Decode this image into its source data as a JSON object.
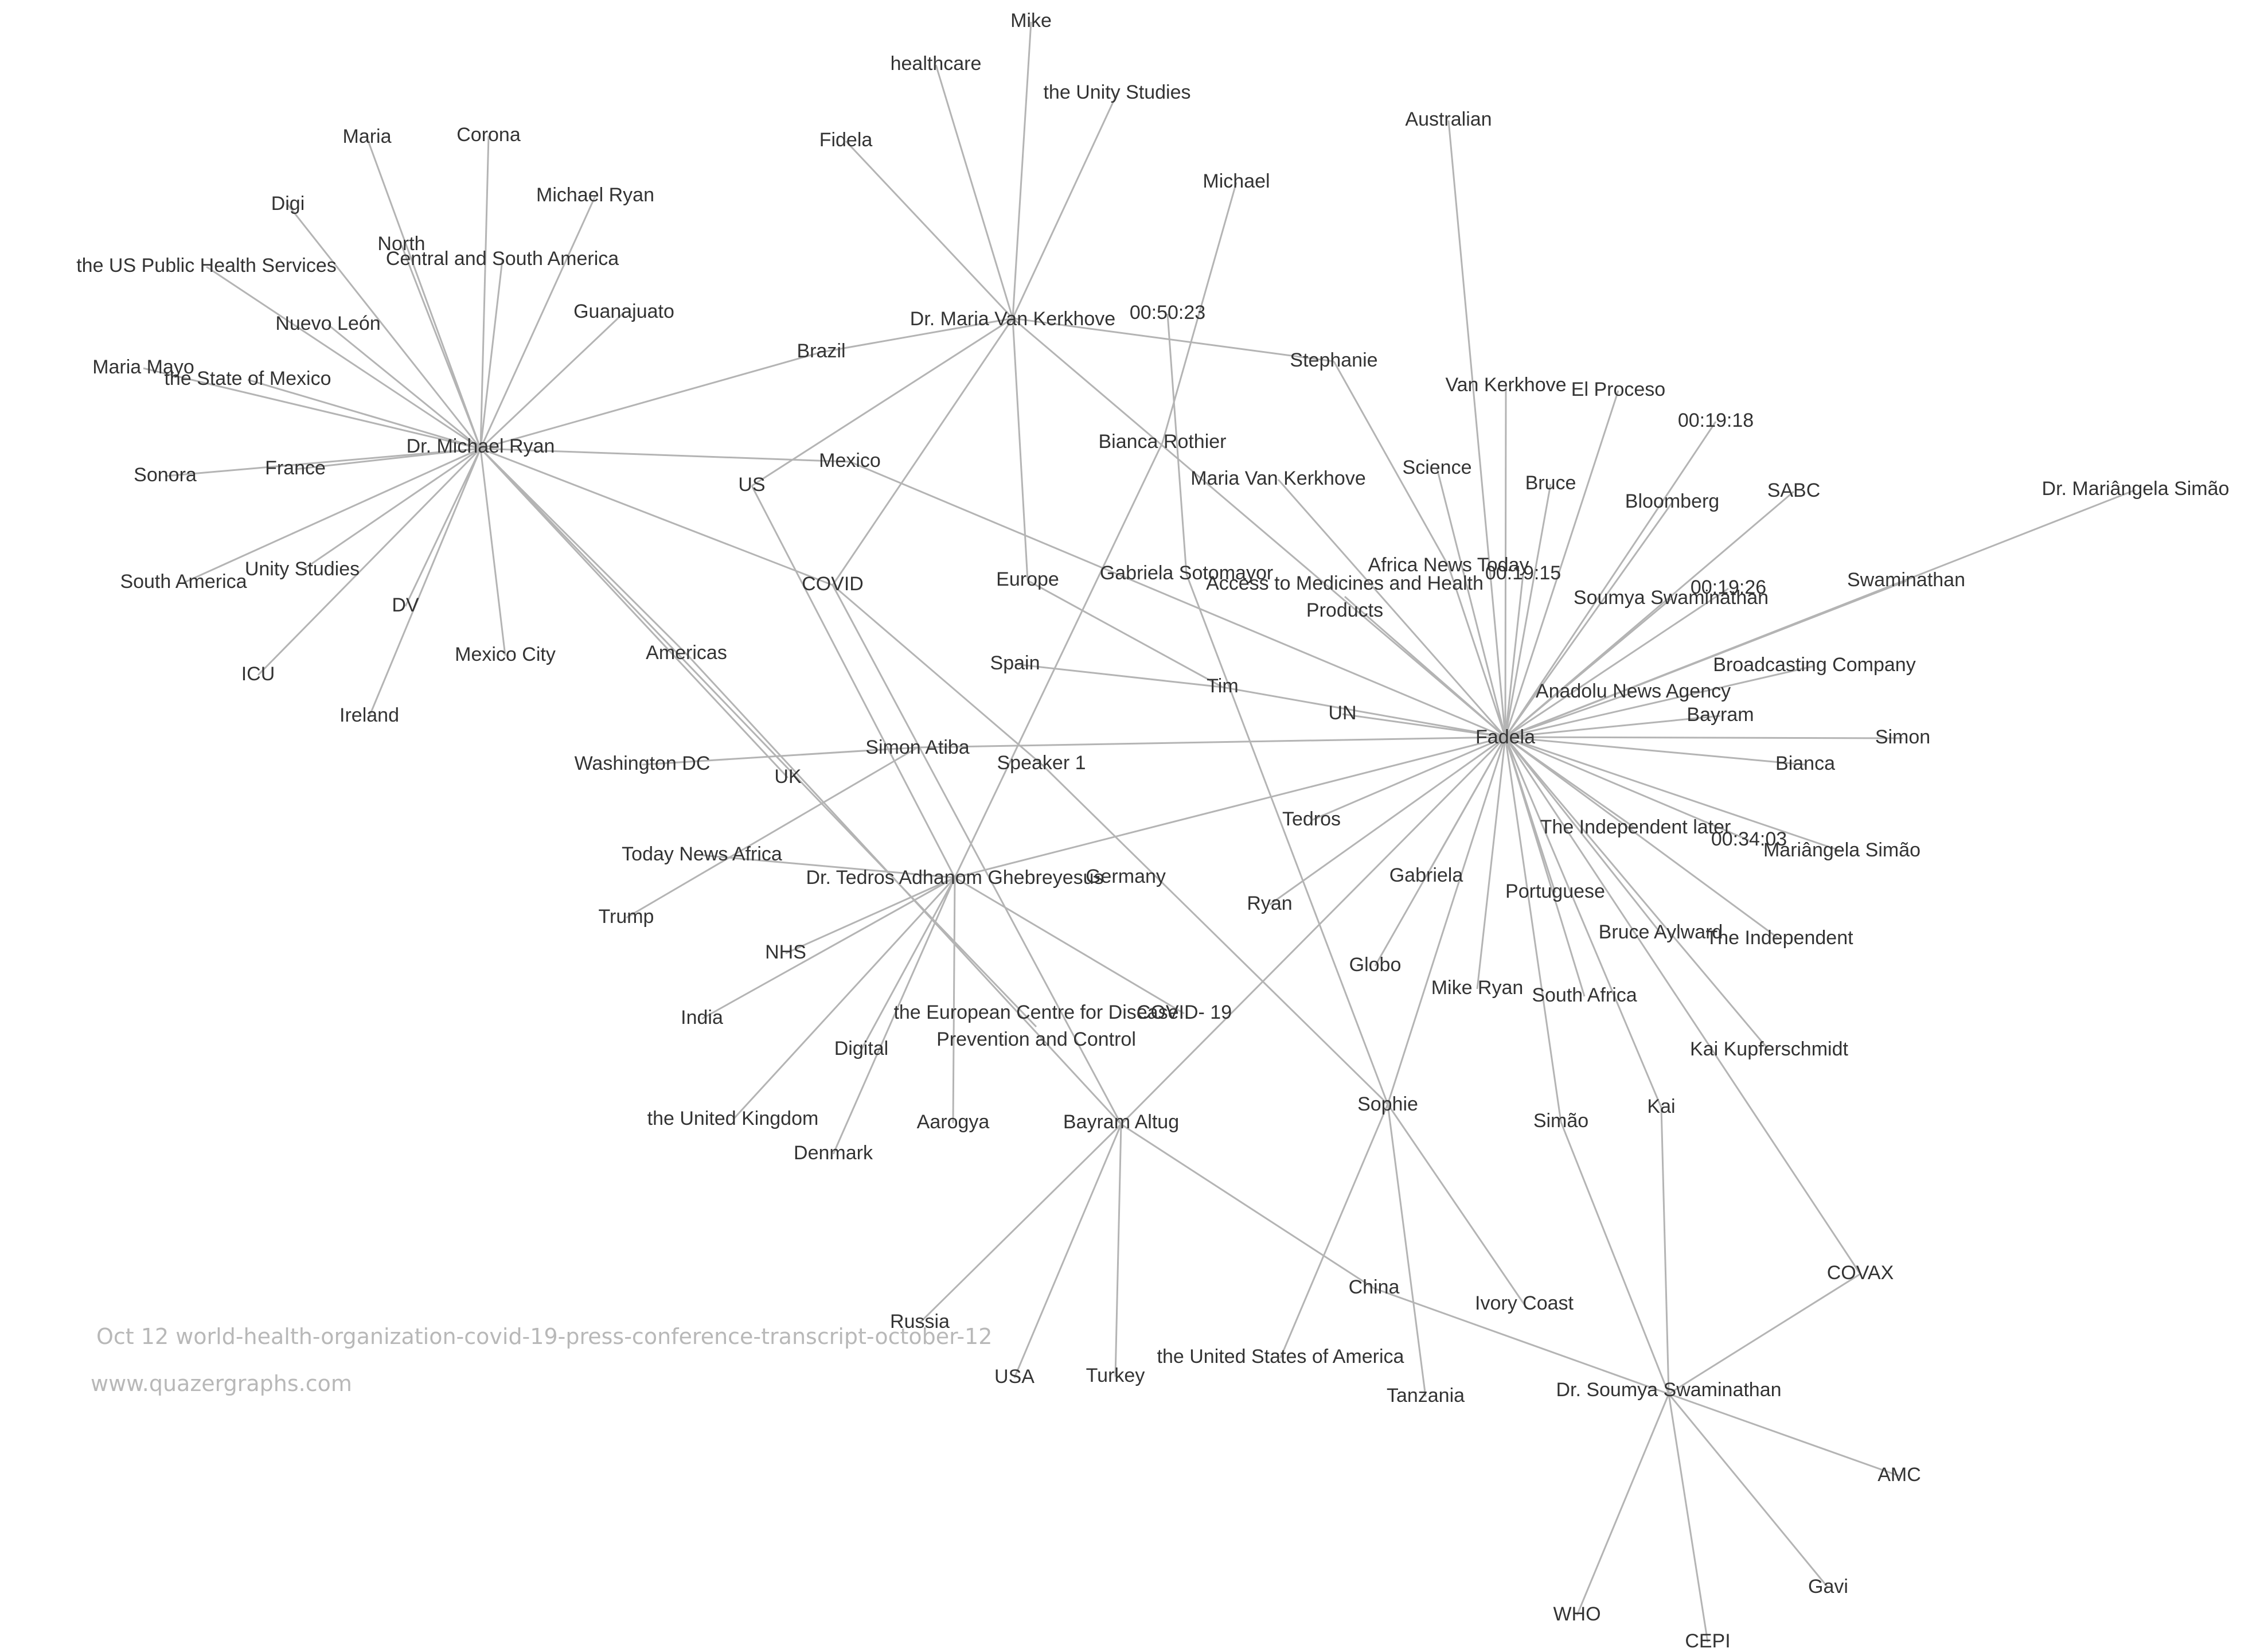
{
  "caption": {
    "title": "Oct 12 world-health-organization-covid-19-press-conference-transcript-october-12",
    "url": "www.quazergraphs.com"
  },
  "colors": {
    "edge": "#b4b4b4",
    "label": "#333333",
    "caption": "#b8b8b8"
  },
  "nodes": [
    {
      "id": "fadela",
      "label": "Fadela"
    },
    {
      "id": "michael-ryan",
      "label": "Dr. Michael Ryan"
    },
    {
      "id": "kerkhove",
      "label": "Dr. Maria Van Kerkhove"
    },
    {
      "id": "tedros-full",
      "label": "Dr. Tedros Adhanom Ghebreyesus"
    },
    {
      "id": "bayram-altug",
      "label": "Bayram Altug"
    },
    {
      "id": "sophie",
      "label": "Sophie"
    },
    {
      "id": "soumya-dr",
      "label": "Dr. Soumya Swaminathan"
    },
    {
      "id": "simon-atiba",
      "label": "Simon Atiba"
    },
    {
      "id": "mike",
      "label": "Mike"
    },
    {
      "id": "healthcare",
      "label": "healthcare"
    },
    {
      "id": "unity-studies-the",
      "label": "the Unity Studies"
    },
    {
      "id": "fidela",
      "label": "Fidela"
    },
    {
      "id": "australian",
      "label": "Australian"
    },
    {
      "id": "michael",
      "label": "Michael"
    },
    {
      "id": "maria",
      "label": "Maria"
    },
    {
      "id": "corona",
      "label": "Corona"
    },
    {
      "id": "michael-ryan-plain",
      "label": "Michael Ryan"
    },
    {
      "id": "digi",
      "label": "Digi"
    },
    {
      "id": "north",
      "label": "North"
    },
    {
      "id": "csa",
      "label": "Central and South America"
    },
    {
      "id": "us-phs",
      "label": "the US Public Health Services"
    },
    {
      "id": "guanajuato",
      "label": "Guanajuato"
    },
    {
      "id": "nuevo-leon",
      "label": "Nuevo León"
    },
    {
      "id": "maria-mayo",
      "label": "Maria Mayo"
    },
    {
      "id": "state-mexico",
      "label": "the State of Mexico"
    },
    {
      "id": "brazil",
      "label": "Brazil"
    },
    {
      "id": "timestamp-5023",
      "label": "00:50:23"
    },
    {
      "id": "stephanie",
      "label": "Stephanie"
    },
    {
      "id": "van-kerkhove",
      "label": "Van Kerkhove"
    },
    {
      "id": "el-proceso",
      "label": "El Proceso"
    },
    {
      "id": "timestamp-1918",
      "label": "00:19:18"
    },
    {
      "id": "sonora",
      "label": "Sonora"
    },
    {
      "id": "france",
      "label": "France"
    },
    {
      "id": "us",
      "label": "US"
    },
    {
      "id": "mexico",
      "label": "Mexico"
    },
    {
      "id": "bianca-rothier",
      "label": "Bianca Rothier"
    },
    {
      "id": "science",
      "label": "Science"
    },
    {
      "id": "bruce",
      "label": "Bruce"
    },
    {
      "id": "bloomberg",
      "label": "Bloomberg"
    },
    {
      "id": "sabc",
      "label": "SABC"
    },
    {
      "id": "mariangela-dr",
      "label": "Dr. Mariângela Simão"
    },
    {
      "id": "maria-van-kerkhove",
      "label": "Maria Van Kerkhove"
    },
    {
      "id": "south-america",
      "label": "South America"
    },
    {
      "id": "unity-studies",
      "label": "Unity Studies"
    },
    {
      "id": "covid",
      "label": "COVID"
    },
    {
      "id": "europe",
      "label": "Europe"
    },
    {
      "id": "gabriela-sotomayor",
      "label": "Gabriela Sotomayor"
    },
    {
      "id": "africa-news-today",
      "label": "Africa News Today"
    },
    {
      "id": "access-medicines-1",
      "label": "Access to Medicines and Health"
    },
    {
      "id": "access-medicines-2",
      "label": "Products"
    },
    {
      "id": "timestamp-1915",
      "label": "00:19:15"
    },
    {
      "id": "timestamp-1926",
      "label": "00:19:26"
    },
    {
      "id": "swaminathan",
      "label": "Swaminathan"
    },
    {
      "id": "soumya",
      "label": "Soumya Swaminathan"
    },
    {
      "id": "dv",
      "label": "DV"
    },
    {
      "id": "icu",
      "label": "ICU"
    },
    {
      "id": "mexico-city",
      "label": "Mexico City"
    },
    {
      "id": "americas",
      "label": "Americas"
    },
    {
      "id": "ireland",
      "label": "Ireland"
    },
    {
      "id": "spain",
      "label": "Spain"
    },
    {
      "id": "tim",
      "label": "Tim"
    },
    {
      "id": "un",
      "label": "UN"
    },
    {
      "id": "broadcasting",
      "label": "Broadcasting Company"
    },
    {
      "id": "anadolu",
      "label": "Anadolu News Agency"
    },
    {
      "id": "bayram",
      "label": "Bayram"
    },
    {
      "id": "simon",
      "label": "Simon"
    },
    {
      "id": "washington-dc",
      "label": "Washington DC"
    },
    {
      "id": "speaker-1",
      "label": "Speaker 1"
    },
    {
      "id": "uk",
      "label": "UK"
    },
    {
      "id": "bianca",
      "label": "Bianca"
    },
    {
      "id": "tedros",
      "label": "Tedros"
    },
    {
      "id": "independent-later",
      "label": "The Independent later"
    },
    {
      "id": "timestamp-3403",
      "label": "00:34:03"
    },
    {
      "id": "mariangela",
      "label": "Mariângela Simão"
    },
    {
      "id": "today-news-africa",
      "label": "Today News Africa"
    },
    {
      "id": "gabriela",
      "label": "Gabriela"
    },
    {
      "id": "portuguese",
      "label": "Portuguese"
    },
    {
      "id": "germany",
      "label": "Germany"
    },
    {
      "id": "trump",
      "label": "Trump"
    },
    {
      "id": "ryan",
      "label": "Ryan"
    },
    {
      "id": "bruce-aylward",
      "label": "Bruce Aylward"
    },
    {
      "id": "the-independent",
      "label": "The Independent"
    },
    {
      "id": "nhs",
      "label": "NHS"
    },
    {
      "id": "globo",
      "label": "Globo"
    },
    {
      "id": "mike-ryan",
      "label": "Mike Ryan"
    },
    {
      "id": "south-africa",
      "label": "South Africa"
    },
    {
      "id": "india",
      "label": "India"
    },
    {
      "id": "ecdc-1",
      "label": "the European Centre for Disease"
    },
    {
      "id": "covid-19",
      "label": "COVID- 19"
    },
    {
      "id": "ecdc-2",
      "label": "Prevention and Control"
    },
    {
      "id": "digital",
      "label": "Digital"
    },
    {
      "id": "kai-kupferschmidt",
      "label": "Kai Kupferschmidt"
    },
    {
      "id": "united-kingdom",
      "label": "the United Kingdom"
    },
    {
      "id": "aarogya",
      "label": "Aarogya"
    },
    {
      "id": "simao",
      "label": "Simão"
    },
    {
      "id": "kai",
      "label": "Kai"
    },
    {
      "id": "denmark",
      "label": "Denmark"
    },
    {
      "id": "covax",
      "label": "COVAX"
    },
    {
      "id": "china",
      "label": "China"
    },
    {
      "id": "ivory-coast",
      "label": "Ivory Coast"
    },
    {
      "id": "russia",
      "label": "Russia"
    },
    {
      "id": "usa-country",
      "label": "the United States of America"
    },
    {
      "id": "usa",
      "label": "USA"
    },
    {
      "id": "turkey",
      "label": "Turkey"
    },
    {
      "id": "tanzania",
      "label": "Tanzania"
    },
    {
      "id": "amc",
      "label": "AMC"
    },
    {
      "id": "gavi",
      "label": "Gavi"
    },
    {
      "id": "who",
      "label": "WHO"
    },
    {
      "id": "cepi",
      "label": "CEPI"
    }
  ],
  "edges": [
    [
      "kerkhove",
      "mike"
    ],
    [
      "kerkhove",
      "healthcare"
    ],
    [
      "kerkhove",
      "unity-studies-the"
    ],
    [
      "kerkhove",
      "fidela"
    ],
    [
      "kerkhove",
      "brazil"
    ],
    [
      "kerkhove",
      "stephanie"
    ],
    [
      "kerkhove",
      "us"
    ],
    [
      "kerkhove",
      "covid"
    ],
    [
      "kerkhove",
      "europe"
    ],
    [
      "kerkhove",
      "fadela"
    ],
    [
      "michael-ryan",
      "maria"
    ],
    [
      "michael-ryan",
      "corona"
    ],
    [
      "michael-ryan",
      "michael-ryan-plain"
    ],
    [
      "michael-ryan",
      "digi"
    ],
    [
      "michael-ryan",
      "north"
    ],
    [
      "michael-ryan",
      "csa"
    ],
    [
      "michael-ryan",
      "us-phs"
    ],
    [
      "michael-ryan",
      "guanajuato"
    ],
    [
      "michael-ryan",
      "nuevo-leon"
    ],
    [
      "michael-ryan",
      "maria-mayo"
    ],
    [
      "michael-ryan",
      "state-mexico"
    ],
    [
      "michael-ryan",
      "sonora"
    ],
    [
      "michael-ryan",
      "france"
    ],
    [
      "michael-ryan",
      "south-america"
    ],
    [
      "michael-ryan",
      "unity-studies"
    ],
    [
      "michael-ryan",
      "icu"
    ],
    [
      "michael-ryan",
      "dv"
    ],
    [
      "michael-ryan",
      "ireland"
    ],
    [
      "michael-ryan",
      "mexico-city"
    ],
    [
      "michael-ryan",
      "brazil"
    ],
    [
      "michael-ryan",
      "mexico"
    ],
    [
      "michael-ryan",
      "covid"
    ],
    [
      "michael-ryan",
      "americas"
    ],
    [
      "michael-ryan",
      "uk"
    ],
    [
      "michael-ryan",
      "ecdc-2"
    ],
    [
      "fadela",
      "australian"
    ],
    [
      "fadela",
      "van-kerkhove"
    ],
    [
      "fadela",
      "el-proceso"
    ],
    [
      "fadela",
      "timestamp-1918"
    ],
    [
      "fadela",
      "science"
    ],
    [
      "fadela",
      "bruce"
    ],
    [
      "fadela",
      "bloomberg"
    ],
    [
      "fadela",
      "sabc"
    ],
    [
      "fadela",
      "mariangela-dr"
    ],
    [
      "fadela",
      "maria-van-kerkhove"
    ],
    [
      "fadela",
      "africa-news-today"
    ],
    [
      "fadela",
      "access-medicines-1"
    ],
    [
      "fadela",
      "timestamp-1915"
    ],
    [
      "fadela",
      "timestamp-1926"
    ],
    [
      "fadela",
      "swaminathan"
    ],
    [
      "fadela",
      "soumya"
    ],
    [
      "fadela",
      "broadcasting"
    ],
    [
      "fadela",
      "anadolu"
    ],
    [
      "fadela",
      "bayram"
    ],
    [
      "fadela",
      "simon"
    ],
    [
      "fadela",
      "bianca"
    ],
    [
      "fadela",
      "independent-later"
    ],
    [
      "fadela",
      "timestamp-3403"
    ],
    [
      "fadela",
      "mariangela"
    ],
    [
      "fadela",
      "the-independent"
    ],
    [
      "fadela",
      "kai-kupferschmidt"
    ],
    [
      "fadela",
      "portuguese"
    ],
    [
      "fadela",
      "bruce-aylward"
    ],
    [
      "fadela",
      "south-africa"
    ],
    [
      "fadela",
      "kai"
    ],
    [
      "fadela",
      "simao"
    ],
    [
      "fadela",
      "mike-ryan"
    ],
    [
      "fadela",
      "gabriela"
    ],
    [
      "fadela",
      "globo"
    ],
    [
      "fadela",
      "sophie"
    ],
    [
      "fadela",
      "ryan"
    ],
    [
      "fadela",
      "tedros"
    ],
    [
      "fadela",
      "un"
    ],
    [
      "fadela",
      "simon-atiba"
    ],
    [
      "fadela",
      "tim"
    ],
    [
      "fadela",
      "mexico"
    ],
    [
      "fadela",
      "bayram-altug"
    ],
    [
      "fadela",
      "tedros-full"
    ],
    [
      "fadela",
      "covax"
    ],
    [
      "tedros-full",
      "bianca-rothier"
    ],
    [
      "tedros-full",
      "us"
    ],
    [
      "tedros-full",
      "nhs"
    ],
    [
      "tedros-full",
      "india"
    ],
    [
      "tedros-full",
      "united-kingdom"
    ],
    [
      "tedros-full",
      "denmark"
    ],
    [
      "tedros-full",
      "aarogya"
    ],
    [
      "tedros-full",
      "digital"
    ],
    [
      "tedros-full",
      "covid-19"
    ],
    [
      "tedros-full",
      "today-news-africa"
    ],
    [
      "bayram-altug",
      "russia"
    ],
    [
      "bayram-altug",
      "usa"
    ],
    [
      "bayram-altug",
      "turkey"
    ],
    [
      "bayram-altug",
      "china"
    ],
    [
      "bayram-altug",
      "covid"
    ],
    [
      "bayram-altug",
      "americas"
    ],
    [
      "sophie",
      "usa-country"
    ],
    [
      "sophie",
      "tanzania"
    ],
    [
      "sophie",
      "ivory-coast"
    ],
    [
      "sophie",
      "gabriela-sotomayor"
    ],
    [
      "sophie",
      "speaker-1"
    ],
    [
      "soumya-dr",
      "amc"
    ],
    [
      "soumya-dr",
      "gavi"
    ],
    [
      "soumya-dr",
      "cepi"
    ],
    [
      "soumya-dr",
      "who"
    ],
    [
      "soumya-dr",
      "covax"
    ],
    [
      "soumya-dr",
      "kai"
    ],
    [
      "soumya-dr",
      "simao"
    ],
    [
      "soumya-dr",
      "china"
    ],
    [
      "simon-atiba",
      "washington-dc"
    ],
    [
      "simon-atiba",
      "trump"
    ],
    [
      "michael",
      "bianca-rothier"
    ],
    [
      "timestamp-5023",
      "gabriela-sotomayor"
    ],
    [
      "europe",
      "tim"
    ],
    [
      "spain",
      "tim"
    ],
    [
      "covid",
      "speaker-1"
    ],
    [
      "stephanie",
      "africa-news-today"
    ]
  ]
}
